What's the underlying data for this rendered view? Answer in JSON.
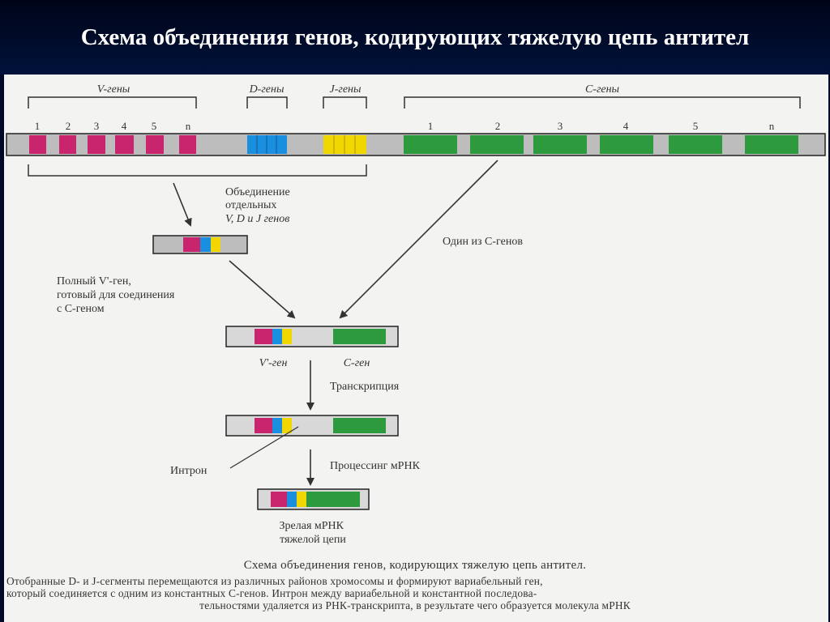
{
  "slide": {
    "title": "Схема объединения генов, кодирующих тяжелую цепь антител"
  },
  "diagram": {
    "groups": {
      "v": "V-гены",
      "d": "D-гены",
      "j": "J-гены",
      "c": "C-гены"
    },
    "v_numbers": [
      "1",
      "2",
      "3",
      "4",
      "5",
      "n"
    ],
    "c_numbers": [
      "1",
      "2",
      "3",
      "4",
      "5",
      "n"
    ],
    "join_label": [
      "Объединение",
      "отдельных",
      "V, D и J генов"
    ],
    "one_c_label": "Один из C-генов",
    "full_v_label": [
      "Полный V'-ген,",
      "готовый для соединения",
      "с C-геном"
    ],
    "v_prime_gene": "V'-ген",
    "c_gene": "C-ген",
    "transcription": "Транскрипция",
    "intron": "Интрон",
    "processing": "Процессинг мРНК",
    "mature": [
      "Зрелая мРНК",
      "тяжелой цепи"
    ]
  },
  "caption": {
    "title": "Схема объединения генов, кодирующих тяжелую цепь антител.",
    "line1": "Отобранные D- и J-сегменты перемещаются из различных районов хромосомы и формируют вариабельный ген,",
    "line2": "который соединяется с одним из константных С-генов. Интрон между вариабельной и константной последова-",
    "line3": "тельностями удаляется из РНК-транскрипта, в результате чего образуется молекула мРНК"
  },
  "colors": {
    "v_segment": "#c8256e",
    "d_segment": "#1a8fe0",
    "j_segment": "#f2d600",
    "c_segment": "#2e9a3e",
    "strand": "#bdbdbd",
    "background": "#000a28"
  }
}
